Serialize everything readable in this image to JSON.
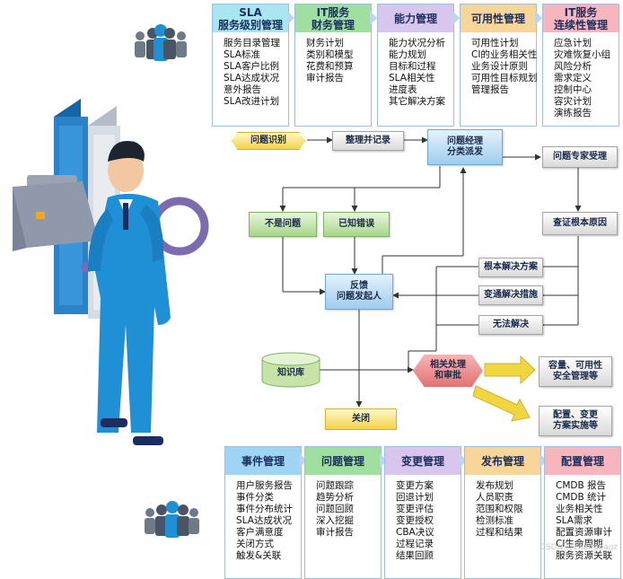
{
  "top_panels": [
    {
      "title": "SLA\n服务级别管理",
      "color": "#a8e6f0",
      "items": [
        "服务目录管理",
        "SLA标准",
        "SLA客户比例",
        "SLA达成状况",
        "意外报告",
        "SLA改进计划"
      ]
    },
    {
      "title": "IT服务\n财务管理",
      "color": "#9fe0a0",
      "items": [
        "财务计划",
        "类别和模型",
        "花费和预算",
        "审计报告"
      ]
    },
    {
      "title": "能力管理",
      "color": "#d9c6ee",
      "items": [
        "能力状况分析",
        "能力规划",
        "目标和过程",
        "SLA相关性",
        "进度表",
        "其它解决方案"
      ]
    },
    {
      "title": "可用性管理",
      "color": "#f8d69a",
      "items": [
        "可用性计划",
        "CI的业务相关性",
        "业务设计原则",
        "可用性目标规划",
        "管理报告"
      ]
    },
    {
      "title": "IT服务\n连续性管理",
      "color": "#f7b6bd",
      "items": [
        "应急计划",
        "灾难恢复小组",
        "风险分析",
        "需求定义",
        "控制中心",
        "容灾计划",
        "演练报告"
      ]
    }
  ],
  "bottom_panels": [
    {
      "title": "事件管理",
      "color": "#9fd4f5",
      "items": [
        "用户服务报告",
        "事件分类",
        "事件分布统计",
        "SLA达成状况",
        "客户满意度",
        "关闭方式",
        "触发&关联"
      ]
    },
    {
      "title": "问题管理",
      "color": "#9fe0a0",
      "items": [
        "问题跟踪",
        "趋势分析",
        "问题回顾",
        "深入挖掘",
        "审计报告"
      ]
    },
    {
      "title": "变更管理",
      "color": "#d9c6ee",
      "items": [
        "变更方案",
        "回退计划",
        "变更评估",
        "变更授权",
        "CBA决议",
        "过程记录",
        "结果回顾"
      ]
    },
    {
      "title": "发布管理",
      "color": "#f8d69a",
      "items": [
        "发布规划",
        "人员职责",
        "范围和权限",
        "检测标准",
        "过程和结果"
      ]
    },
    {
      "title": "配置管理",
      "color": "#f7b6bd",
      "items": [
        "CMDB 报告",
        "CMDB 统计",
        "业务相关性",
        "SLA需求",
        "配置资源审计",
        "CI生命周期",
        "服务资源关联"
      ]
    }
  ],
  "flow": {
    "identify": "问题识别",
    "record": "整理并记录",
    "classify_1": "问题经理",
    "classify_2": "分类派发",
    "expert": "问题专家受理",
    "not_problem": "不是问题",
    "known_error": "已知错误",
    "root_cause": "查证根本原因",
    "fundamental": "根本解决方案",
    "workaround": "变通解决措施",
    "unsolvable": "无法解决",
    "feedback_1": "反馈",
    "feedback_2": "问题发起人",
    "kb": "知识库",
    "handle_1": "相关处理",
    "handle_2": "和审批",
    "capacity_1": "容量、可用性",
    "capacity_2": "安全管理等",
    "change_1": "配置、变更",
    "change_2": "方案实施等",
    "close": "关闭"
  },
  "watermark": "CSDN @zhangbaoz"
}
